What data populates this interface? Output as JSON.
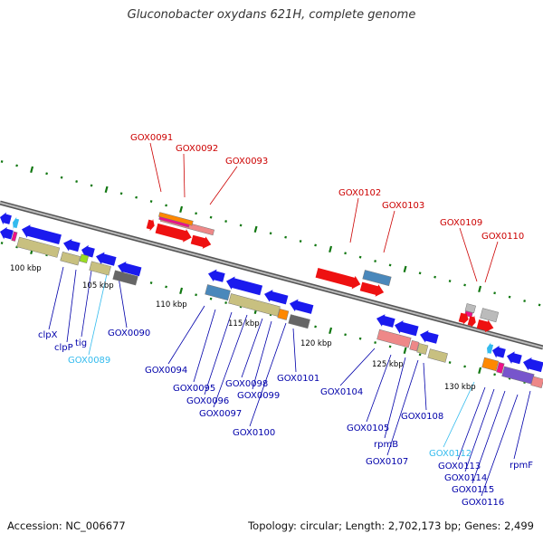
{
  "title": "Gluconobacter oxydans 621H, complete genome",
  "footer": {
    "accession": "Accession: NC_006677",
    "summary": "Topology: circular; Length: 2,702,173 bp; Genes: 2,499"
  },
  "colors": {
    "forward_label": "#cc0000",
    "reverse_label": "#0000aa",
    "rna_label": "#33bbee",
    "tick": "#117711"
  },
  "scale_labels": [
    "100 kbp",
    "105 kbp",
    "110 kbp",
    "115 kbp",
    "120 kbp",
    "125 kbp",
    "130 kbp"
  ],
  "forward_genes": [
    "GOX0091",
    "GOX0092",
    "GOX0093",
    "GOX0102",
    "GOX0103",
    "GOX0109",
    "GOX0110"
  ],
  "reverse_genes": [
    "clpX",
    "clpP",
    "tig",
    "GOX0089",
    "GOX0090",
    "GOX0094",
    "GOX0095",
    "GOX0096",
    "GOX0097",
    "GOX0098",
    "GOX0099",
    "GOX0100",
    "GOX0101",
    "GOX0104",
    "GOX0105",
    "rpmB",
    "GOX0107",
    "GOX0108",
    "GOX0112",
    "GOX0113",
    "GOX0114",
    "GOX0115",
    "rpmF",
    "GOX0116"
  ]
}
